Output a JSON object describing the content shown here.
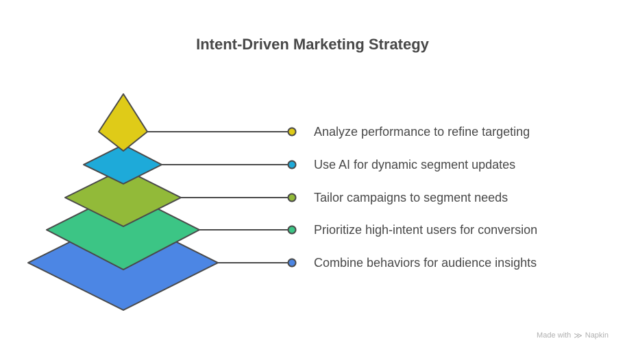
{
  "title": "Intent-Driven Marketing Strategy",
  "layers": [
    {
      "label": "Analyze performance to refine targeting",
      "color": "#DFCB18"
    },
    {
      "label": "Use AI for dynamic segment updates",
      "color": "#1EAAD9"
    },
    {
      "label": "Tailor campaigns to segment needs",
      "color": "#92BA39"
    },
    {
      "label": "Prioritize high-intent users for conversion",
      "color": "#3CC585"
    },
    {
      "label": "Combine behaviors for audience insights",
      "color": "#4C86E4"
    }
  ],
  "outline_color": "#4A4A4A",
  "footer": {
    "made_with": "Made with",
    "brand": "Napkin",
    "icon": "napkin-logo-icon"
  }
}
